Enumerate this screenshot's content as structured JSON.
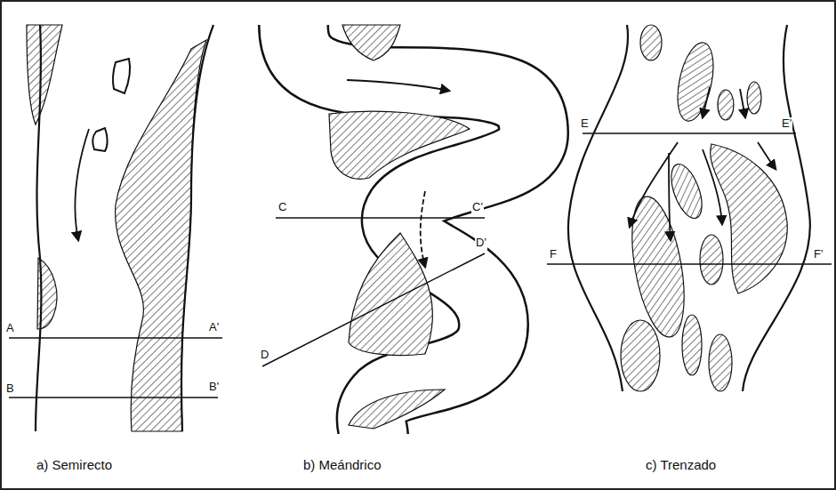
{
  "diagram": {
    "labels": [
      "A",
      "A'",
      "B",
      "B'",
      "C",
      "C'",
      "D",
      "D'",
      "E",
      "E'",
      "F",
      "F'",
      "a) Semirecto",
      "b) Meándrico",
      "c) Trenzado"
    ]
  }
}
